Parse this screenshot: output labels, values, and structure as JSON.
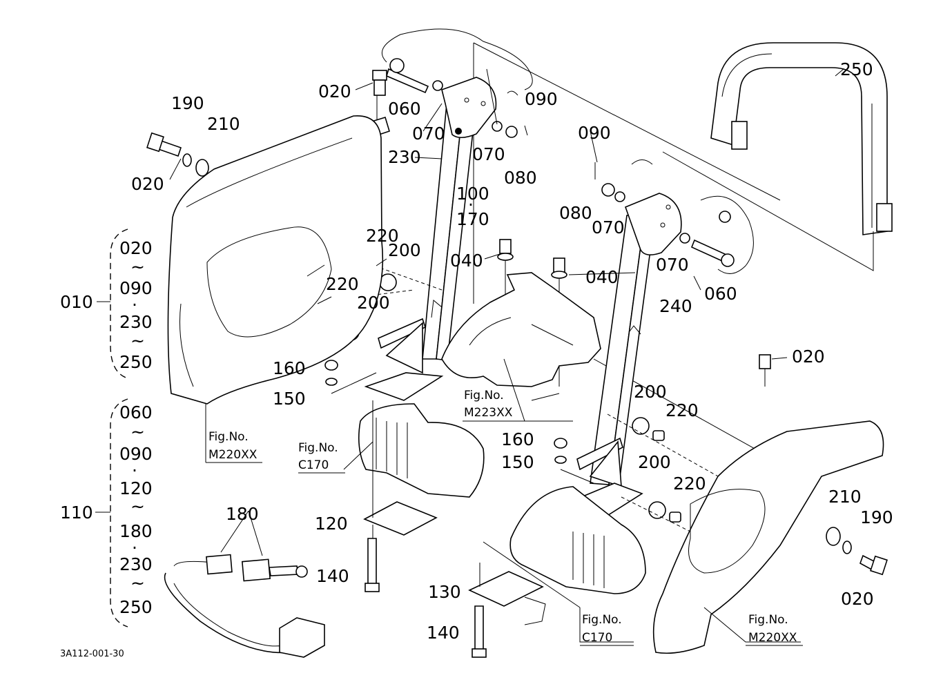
{
  "drawing_code": "3A112-001-30",
  "fig_ref_title": "Fig.No.",
  "fig_refs": {
    "left_fender": "M220XX",
    "right_fender": "M220XX",
    "center_cover": "M223XX",
    "left_seat": "C170",
    "right_seat": "C170"
  },
  "groups": {
    "g010": {
      "ref": "010",
      "items": [
        "020",
        "~",
        "090",
        "·",
        "230",
        "~",
        "250"
      ]
    },
    "g110": {
      "ref": "110",
      "items": [
        "060",
        "~",
        "090",
        "·",
        "120",
        "~",
        "180",
        "·",
        "230",
        "~",
        "250"
      ]
    }
  },
  "parts": {
    "p250": "250",
    "p020_top": "020",
    "p060_left": "060",
    "p070_left_a": "070",
    "p070_left_b": "070",
    "p080_left": "080",
    "p090_left": "090",
    "p230": "230",
    "p100": "100",
    "p100_sep": "·",
    "p170": "170",
    "p190_left": "190",
    "p210_left": "210",
    "p020_left": "020",
    "p220_a": "220",
    "p200_a": "200",
    "p220_b": "220",
    "p200_b": "200",
    "p040_left": "040",
    "p040_right": "040",
    "p090_right": "090",
    "p080_right": "080",
    "p070_right_a": "070",
    "p070_right_b": "070",
    "p060_right": "060",
    "p240": "240",
    "p020_right_top": "020",
    "p200_c": "200",
    "p220_c": "220",
    "p200_d": "200",
    "p220_d": "220",
    "p160_left": "160",
    "p150_left": "150",
    "p160_right": "160",
    "p150_right": "150",
    "p120": "120",
    "p140_left": "140",
    "p130": "130",
    "p140_right": "140",
    "p180": "180",
    "p210_right": "210",
    "p190_right": "190",
    "p020_right_bottom": "020"
  }
}
